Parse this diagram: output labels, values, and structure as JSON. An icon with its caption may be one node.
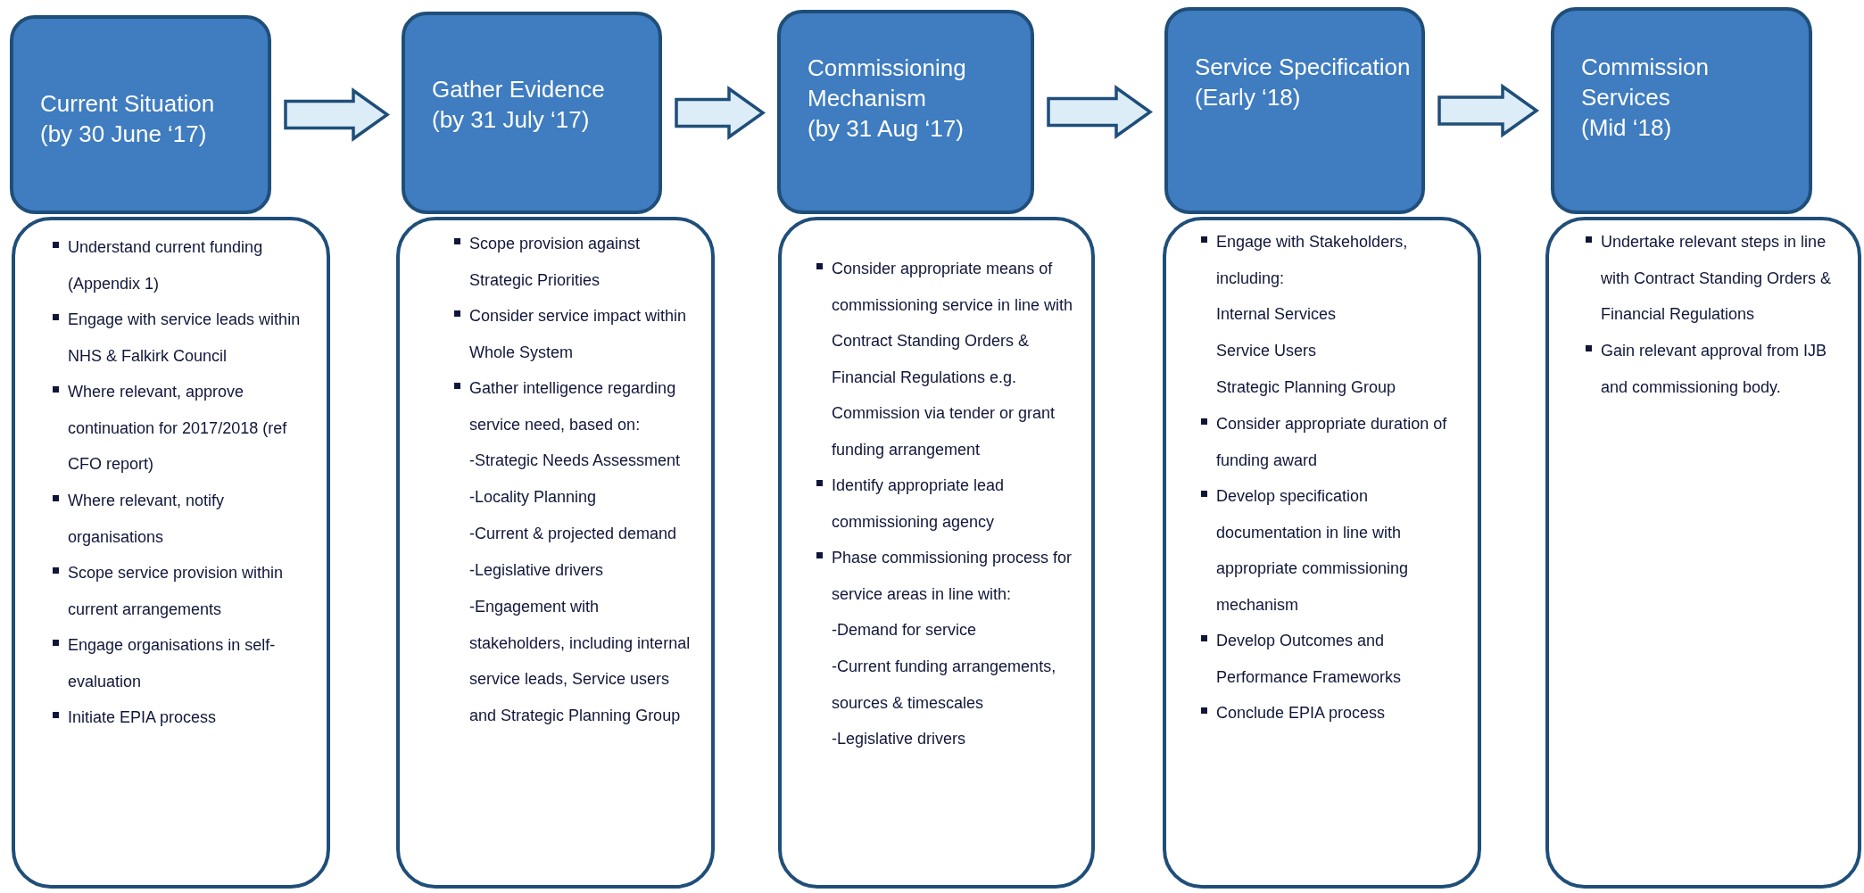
{
  "diagram": {
    "nodes": [
      {
        "text": [
          "Current Situation",
          "(by 30 June ‘17)"
        ]
      },
      {
        "text": [
          "Understand current funding (Appendix 1)",
          "Engage with service leads within NHS & Falkirk Council",
          "Where relevant, approve continuation for 2017/2018 (ref CFO report)",
          "Where relevant, notify organisations",
          "Scope service provision within current arrangements",
          "Engage organisations in self-evaluation",
          "Initiate EPIA process"
        ]
      },
      {
        "text": [
          "Gather Evidence",
          "(by 31 July ‘17)"
        ]
      },
      {
        "text": [
          "Scope provision against Strategic Priorities",
          "Consider service impact within Whole System",
          "Gather intelligence regarding service need, based on:",
          "-Strategic Needs Assessment",
          "-Locality Planning",
          "-Current & projected demand",
          "-Legislative drivers",
          "-Engagement with stakeholders, including internal service leads, Service users and Strategic Planning Group"
        ]
      },
      {
        "text": [
          "Commissioning Mechanism",
          "(by 31 Aug ‘17)"
        ]
      },
      {
        "text": [
          "Consider appropriate means of commissioning service in line with Contract Standing Orders & Financial Regulations e.g. Commission via tender or grant funding arrangement",
          "Identify appropriate lead commissioning agency",
          "Phase commissioning process  for service areas in line with:",
          "-Demand for service",
          "-Current funding arrangements, sources & timescales",
          "-Legislative drivers"
        ]
      },
      {
        "text": [
          "Service Specification",
          "(Early ‘18)"
        ]
      },
      {
        "text": [
          "Engage with Stakeholders, including:",
          "Internal Services",
          "Service Users",
          "Strategic Planning Group",
          "Consider appropriate duration of funding award",
          "Develop specification documentation in line with appropriate commissioning mechanism",
          "Develop Outcomes and Performance Frameworks",
          "Conclude EPIA process"
        ]
      },
      {
        "text": [
          "Commission Services",
          "(Mid ‘18)"
        ]
      },
      {
        "text": [
          "Undertake relevant steps in line with Contract Standing Orders & Financial Regulations",
          "Gain relevant approval from IJB and commissioning body."
        ]
      }
    ],
    "edges": [
      {
        "from": 0,
        "to": 2,
        "arrow": "to"
      },
      {
        "from": 2,
        "to": 4,
        "arrow": "to"
      },
      {
        "from": 4,
        "to": 6,
        "arrow": "to"
      },
      {
        "from": 6,
        "to": 8,
        "arrow": "to"
      }
    ]
  }
}
